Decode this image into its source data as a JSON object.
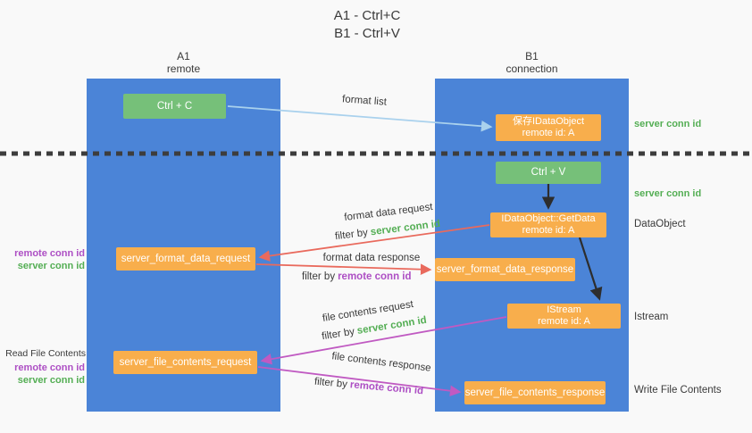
{
  "title": {
    "line1": "A1 - Ctrl+C",
    "line2": "B1 - Ctrl+V"
  },
  "lanes": {
    "left": {
      "name": "A1",
      "role": "remote"
    },
    "right": {
      "name": "B1",
      "role": "connection"
    }
  },
  "nodes": {
    "ctrl_c": {
      "label": "Ctrl + C"
    },
    "ctrl_v": {
      "label": "Ctrl + V"
    },
    "save_dataobject": {
      "line1": "保存IDataObject",
      "line2": "remote id: A"
    },
    "getdata": {
      "line1": "IDataObject::GetData",
      "line2": "remote id: A"
    },
    "istream": {
      "line1": "IStream",
      "line2": "remote id: A"
    },
    "server_format_data_request": {
      "label": "server_format_data_request"
    },
    "server_format_data_response": {
      "label": "server_format_data_response"
    },
    "server_file_contents_request": {
      "label": "server_file_contents_request"
    },
    "server_file_contents_response": {
      "label": "server_file_contents_response"
    }
  },
  "arrows": {
    "format_list": {
      "label": "format list"
    },
    "format_data_request": {
      "label": "format data request",
      "filter_prefix": "filter by",
      "filter_key": "server conn id"
    },
    "format_data_response": {
      "label": "format data response",
      "filter_prefix": "filter by",
      "filter_key": "remote conn id"
    },
    "file_contents_request": {
      "label": "file contents request",
      "filter_prefix": "filter by",
      "filter_key": "server conn id"
    },
    "file_contents_response": {
      "label": "file contents response",
      "filter_prefix": "filter by",
      "filter_key": "remote conn id"
    }
  },
  "annotations": {
    "left_format": {
      "remote": "remote conn id",
      "server": "server conn id"
    },
    "left_file": {
      "title": "Read File Contents",
      "remote": "remote conn id",
      "server": "server conn id"
    },
    "right_top_server_conn": "server conn id",
    "right_mid_server_conn": "server conn id",
    "right_dataobject": "DataObject",
    "right_istream": "Istream",
    "right_write_file": "Write File Contents"
  },
  "colors": {
    "lane_blue": "#4b84d7",
    "box_green": "#76c079",
    "box_orange": "#f8ae4c",
    "arrow_red": "#e96a5d",
    "arrow_magenta": "#c05ac2",
    "arrow_light_blue": "#a9d1ed",
    "arrow_black": "#2d2d2d",
    "text_green": "#54ae54",
    "text_purple": "#ad4fc4",
    "text_dark": "#3a3a3a",
    "background": "#f9f9f9"
  }
}
